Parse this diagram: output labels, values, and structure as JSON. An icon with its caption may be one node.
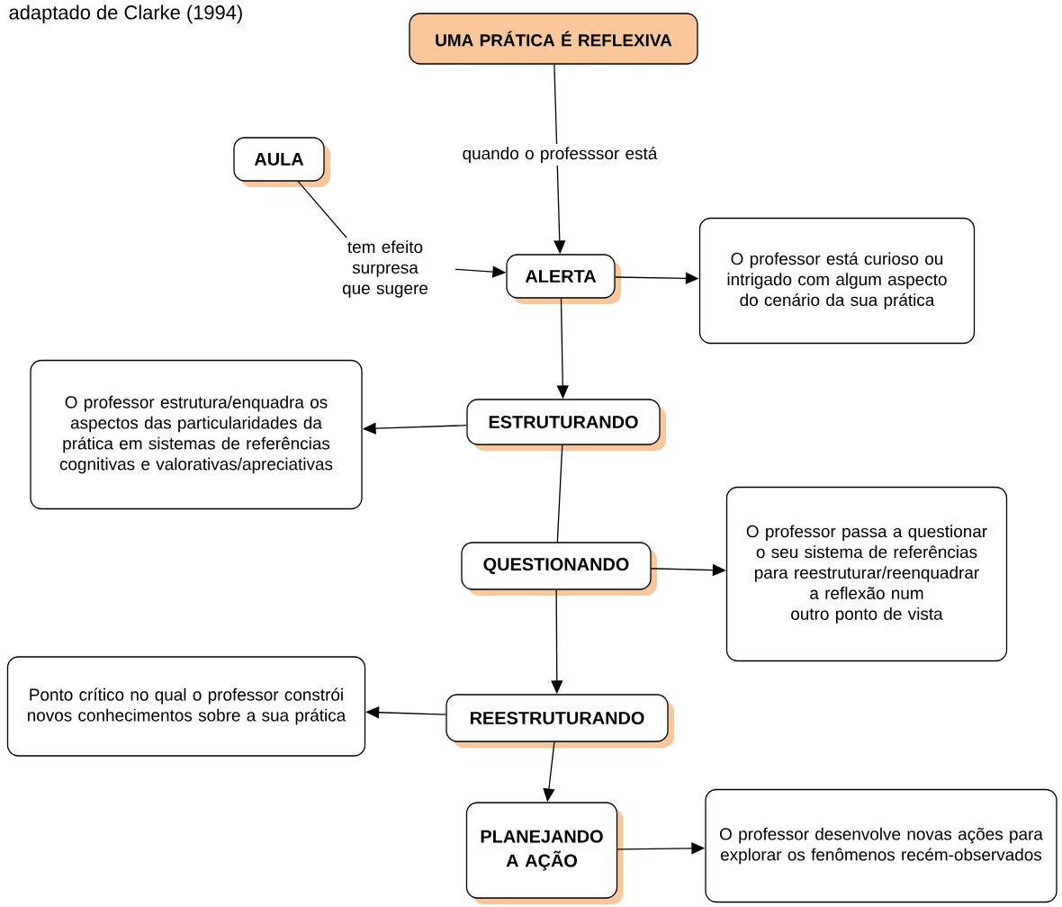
{
  "diagram": {
    "nodes": [
      {
        "text": [
          "UMA PRÁTICA É REFLEXIVA"
        ]
      },
      {
        "text": [
          "AULA"
        ]
      },
      {
        "text": [
          "ALERTA"
        ]
      },
      {
        "text": [
          "O professor está curioso ou intrigado com algum aspecto do cenário da sua prática"
        ]
      },
      {
        "text": [
          "ESTRUTURANDO"
        ]
      },
      {
        "text": [
          "O professor estrutura/enquadra os aspectos das particularidades da prática em sistemas de referências cognitivas e valorativas/apreciativas"
        ]
      },
      {
        "text": [
          "QUESTIONANDO"
        ]
      },
      {
        "text": [
          "O professor passa a questionar  o seu sistema de referências para reestruturar/reenquadrar a reflexão num outro ponto de vista"
        ]
      },
      {
        "text": [
          "REESTRUTURANDO"
        ]
      },
      {
        "text": [
          "Ponto crítico no qual o professor constrói novos conhecimentos sobre a sua prática"
        ]
      },
      {
        "text": [
          "PLANEJANDO A AÇÃO"
        ]
      },
      {
        "text": [
          "O professor desenvolve novas ações para explorar os fenômenos recém-observados"
        ]
      }
    ],
    "edges": [
      {
        "from": 0,
        "to": 2,
        "arrow": "to",
        "label": "quando o professsor está"
      },
      {
        "from": 1,
        "to": 2,
        "arrow": "to",
        "label": "tem efeito surpresa que sugere"
      },
      {
        "from": 2,
        "to": 3,
        "arrow": "to"
      },
      {
        "from": 2,
        "to": 4,
        "arrow": "to"
      },
      {
        "from": 4,
        "to": 5,
        "arrow": "to"
      },
      {
        "from": 4,
        "to": 6,
        "arrow": "none"
      },
      {
        "from": 6,
        "to": 7,
        "arrow": "to"
      },
      {
        "from": 6,
        "to": 8,
        "arrow": "to"
      },
      {
        "from": 8,
        "to": 9,
        "arrow": "to"
      },
      {
        "from": 8,
        "to": 10,
        "arrow": "to"
      },
      {
        "from": 10,
        "to": 11,
        "arrow": "to"
      }
    ],
    "labels": [
      "adaptado de Clarke (1994)"
    ]
  }
}
